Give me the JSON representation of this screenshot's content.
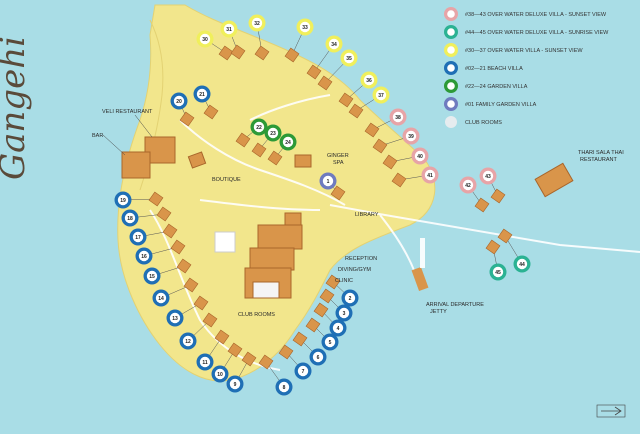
{
  "title_script": "Gangehi",
  "colors": {
    "water": "#a9dde6",
    "island": "#f2e68c",
    "sunset_deluxe": "#e7a4a7",
    "sunrise_deluxe": "#2bb293",
    "sunset": "#f0ef5c",
    "beach": "#1f6fb5",
    "garden": "#2d9a37",
    "family": "#6f7bbf",
    "club": "#e6ecef",
    "roof": "#d9954a"
  },
  "legend": [
    {
      "key": "sunset_deluxe",
      "label": "#38—43 OVER WATER DELUXE VILLA - SUNSET VIEW"
    },
    {
      "key": "sunrise_deluxe",
      "label": "#44—45 OVER WATER DELUXE VILLA - SUNRISE VIEW"
    },
    {
      "key": "sunset",
      "label": "#30—37 OVER WATER VILLA - SUNSET VIEW"
    },
    {
      "key": "beach",
      "label": "#02—21 BEACH VILLA"
    },
    {
      "key": "garden",
      "label": "#22—24 GARDEN VILLA"
    },
    {
      "key": "family",
      "label": "#01 FAMILY GARDEN VILLA"
    },
    {
      "key": "club",
      "label": "CLUB ROOMS"
    }
  ],
  "labels": {
    "veli_restaurant": "VELI RESTAURANT",
    "bar": "BAR",
    "boutique": "BOUTIQUE",
    "ginger_spa_1": "GINGER",
    "ginger_spa_2": "SPA",
    "library": "LIBRARY",
    "reception": "RECEPTION",
    "diving_gym": "DIVING/GYM",
    "clinic": "CLINIC",
    "club_rooms": "CLUB ROOMS",
    "thari_1": "THARI SALA THAI",
    "thari_2": "RESTAURANT",
    "arrival_1": "ARRIVAL DEPARTURE",
    "arrival_2": "JETTY"
  },
  "villas": [
    {
      "n": "30",
      "type": "sunset"
    },
    {
      "n": "31",
      "type": "sunset"
    },
    {
      "n": "32",
      "type": "sunset"
    },
    {
      "n": "33",
      "type": "sunset"
    },
    {
      "n": "34",
      "type": "sunset"
    },
    {
      "n": "35",
      "type": "sunset"
    },
    {
      "n": "36",
      "type": "sunset"
    },
    {
      "n": "37",
      "type": "sunset"
    },
    {
      "n": "38",
      "type": "sunset_deluxe"
    },
    {
      "n": "39",
      "type": "sunset_deluxe"
    },
    {
      "n": "40",
      "type": "sunset_deluxe"
    },
    {
      "n": "41",
      "type": "sunset_deluxe"
    },
    {
      "n": "42",
      "type": "sunset_deluxe"
    },
    {
      "n": "43",
      "type": "sunset_deluxe"
    },
    {
      "n": "44",
      "type": "sunrise_deluxe"
    },
    {
      "n": "45",
      "type": "sunrise_deluxe"
    },
    {
      "n": "20",
      "type": "beach"
    },
    {
      "n": "21",
      "type": "beach"
    },
    {
      "n": "22",
      "type": "garden"
    },
    {
      "n": "23",
      "type": "garden"
    },
    {
      "n": "24",
      "type": "garden"
    },
    {
      "n": "1",
      "type": "family"
    },
    {
      "n": "19",
      "type": "beach"
    },
    {
      "n": "18",
      "type": "beach"
    },
    {
      "n": "17",
      "type": "beach"
    },
    {
      "n": "16",
      "type": "beach"
    },
    {
      "n": "15",
      "type": "beach"
    },
    {
      "n": "14",
      "type": "beach"
    },
    {
      "n": "13",
      "type": "beach"
    },
    {
      "n": "12",
      "type": "beach"
    },
    {
      "n": "11",
      "type": "beach"
    },
    {
      "n": "10",
      "type": "beach"
    },
    {
      "n": "9",
      "type": "beach"
    },
    {
      "n": "8",
      "type": "beach"
    },
    {
      "n": "7",
      "type": "beach"
    },
    {
      "n": "6",
      "type": "beach"
    },
    {
      "n": "5",
      "type": "beach"
    },
    {
      "n": "4",
      "type": "beach"
    },
    {
      "n": "3",
      "type": "beach"
    },
    {
      "n": "2",
      "type": "beach"
    }
  ]
}
